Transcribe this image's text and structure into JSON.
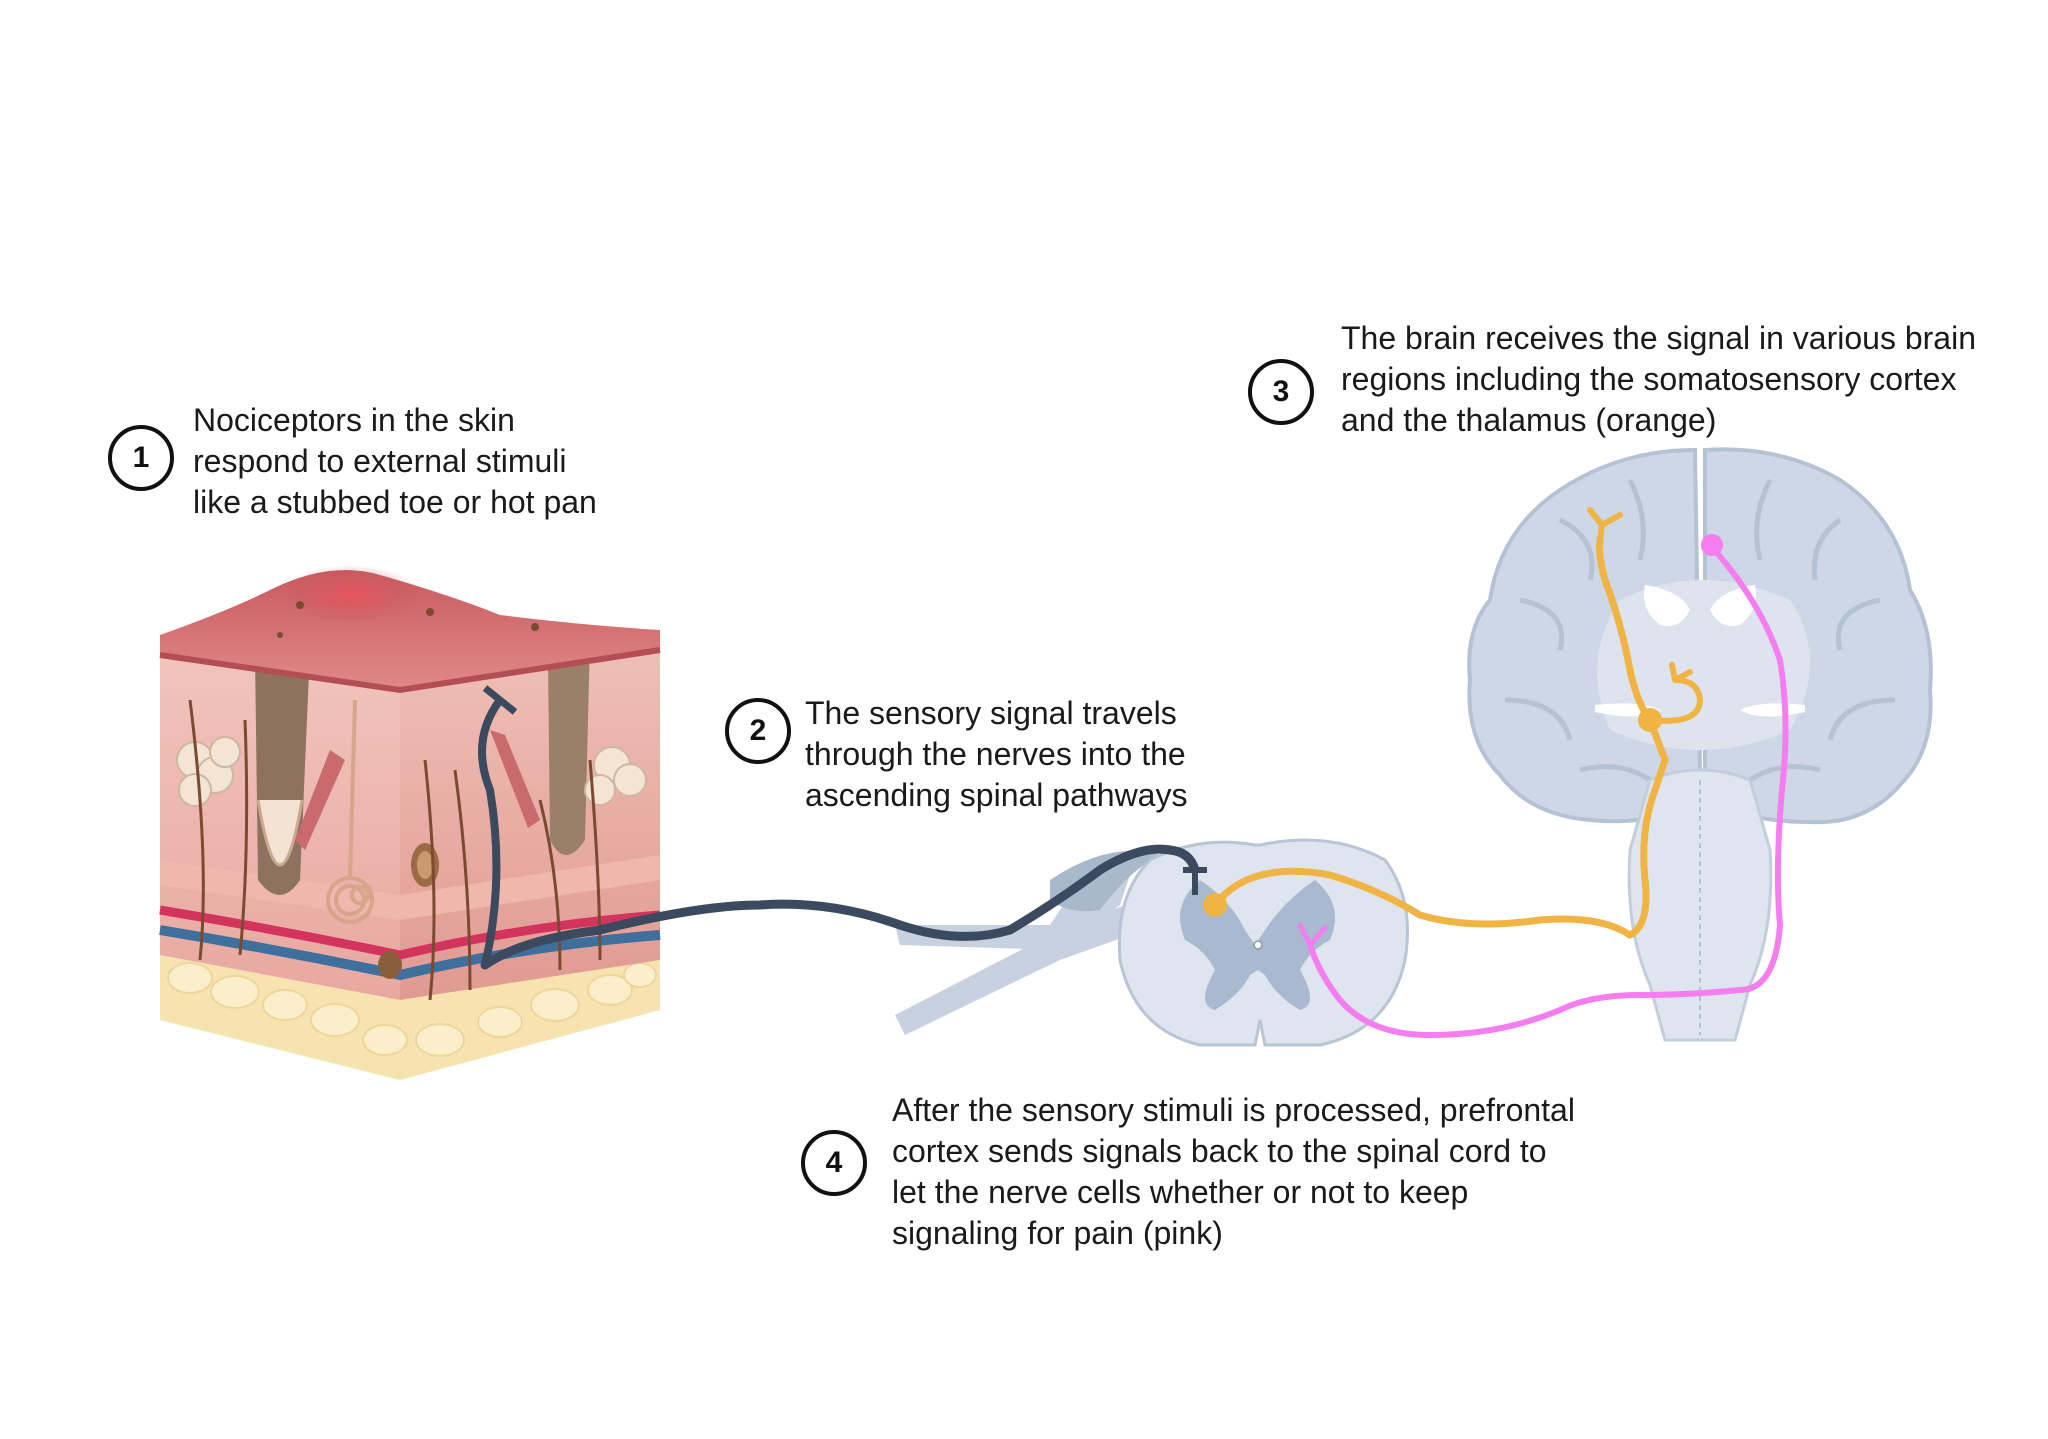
{
  "steps": [
    {
      "number": "1",
      "text": "Nociceptors in the skin\nrespond to external stimuli\nlike a stubbed toe or hot pan"
    },
    {
      "number": "2",
      "text": "The sensory signal travels\nthrough the nerves into the\nascending spinal pathways"
    },
    {
      "number": "3",
      "text": "The brain receives the signal in various brain\nregions including the somatosensory cortex\nand the thalamus (orange)"
    },
    {
      "number": "4",
      "text": "After the sensory stimuli is processed, prefrontal\ncortex sends signals back to the spinal cord to\nlet the nerve cells whether or not to keep\nsignaling for pain (pink)"
    }
  ],
  "colors": {
    "ascending_pathway": "#f0b445",
    "descending_pathway": "#f47ef0",
    "sensory_nerve": "#3b4a5e",
    "neural_tissue": "#d7dfea",
    "grey_matter": "#a7b8cf",
    "skin_surface": "#c9646b",
    "fat_layer": "#f7e3b0"
  },
  "illustrations": [
    "skin-cross-section",
    "spinal-cord-cross-section",
    "brain-coronal-section"
  ]
}
